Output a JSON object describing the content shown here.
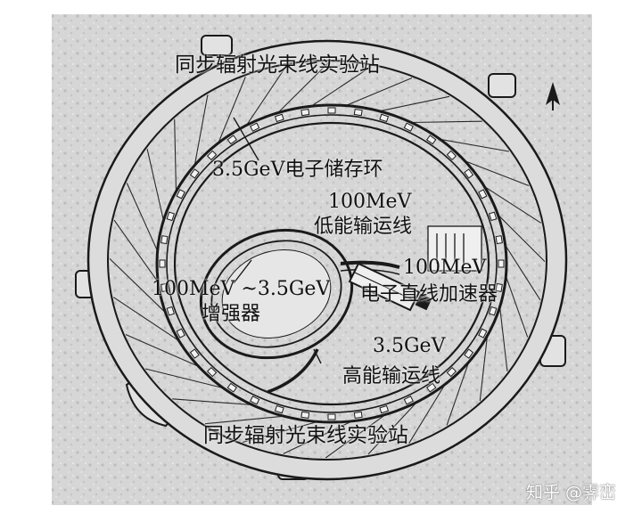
{
  "diagram": {
    "labels": {
      "beamline_top": "同步辐射光束线实验站",
      "beamline_bottom": "同步辐射光束线实验站",
      "storage_ring": "3.5GeV电子储存环",
      "low_energy_energy": "100MeV",
      "low_energy_line": "低能输运线",
      "linac_energy": "100MeV",
      "linac": "电子直线加速器",
      "booster_energy": "100MeV ~3.5GeV",
      "booster": "增强器",
      "high_energy_energy": "3.5GeV",
      "high_energy_line": "高能输运线"
    },
    "north_arrow": "north-arrow-icon"
  },
  "watermark": "知乎 @霁峦",
  "colors": {
    "background": "#ffffff",
    "paper": "#d9d9d9",
    "ink": "#1a1a1a"
  }
}
